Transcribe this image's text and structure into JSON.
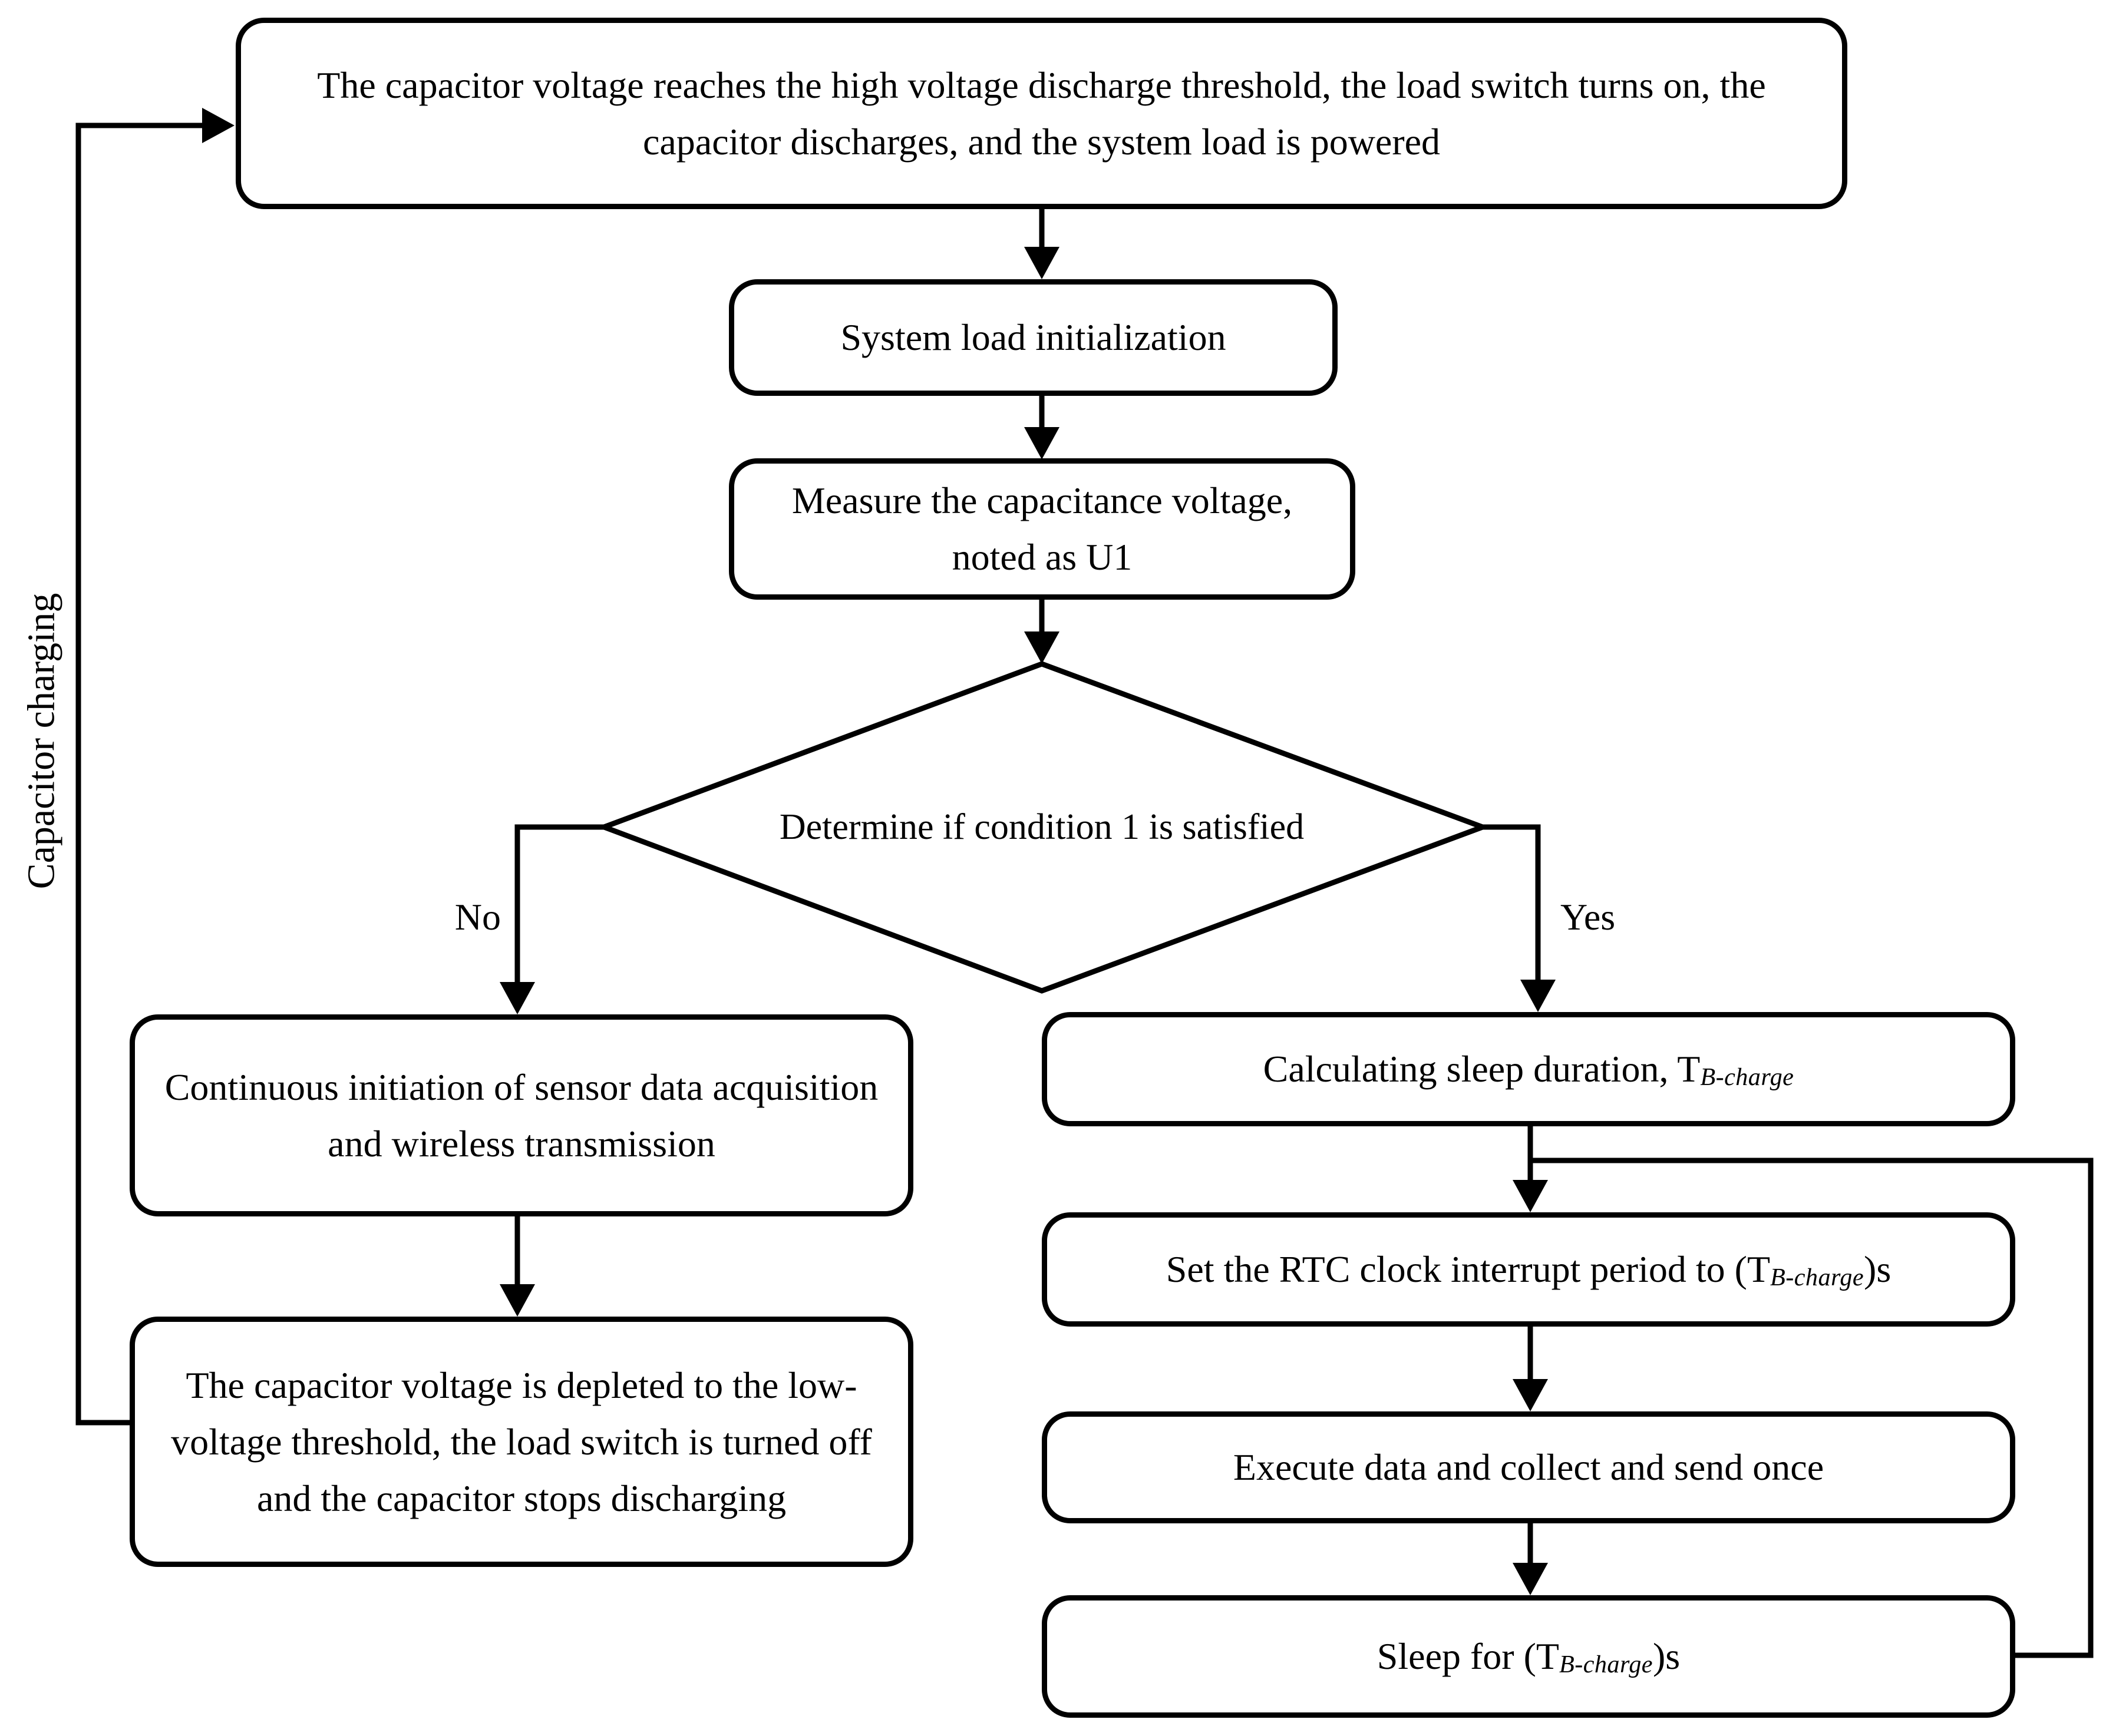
{
  "flowchart": {
    "side_label": "Capacitor charging",
    "branch_labels": {
      "no": "No",
      "yes": "Yes"
    },
    "nodes": {
      "start": {
        "text": "The capacitor voltage reaches the high voltage discharge threshold, the load switch turns on, the capacitor discharges, and the system load is powered"
      },
      "init": {
        "text": "System load initialization"
      },
      "measure": {
        "text": "Measure the capacitance voltage, noted as U1"
      },
      "decision": {
        "text": "Determine if condition 1 is satisfied"
      },
      "continuous": {
        "text": "Continuous initiation of sensor data acquisition and wireless transmission"
      },
      "depleted": {
        "text": "The capacitor voltage is depleted to the low-voltage threshold, the load switch is turned off and the capacitor stops discharging"
      },
      "calc_sleep": {
        "prefix": "Calculating sleep duration, T",
        "sub": "B-charge",
        "suffix": ""
      },
      "set_rtc": {
        "prefix": "Set the RTC clock interrupt period to (T",
        "sub": "B-charge",
        "suffix": ")s"
      },
      "execute": {
        "text": "Execute data and collect and send once"
      },
      "sleep": {
        "prefix": "Sleep for (T",
        "sub": "B-charge",
        "suffix": ")s"
      }
    },
    "colors": {
      "stroke": "#000000",
      "node_fill": "#ffffff",
      "background": "#ffffff"
    }
  }
}
